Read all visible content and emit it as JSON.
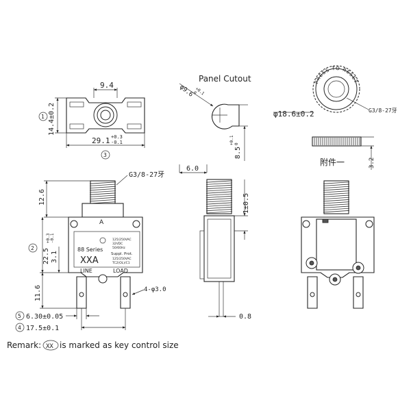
{
  "drawing": {
    "panel_cutout_title": "Panel Cutout",
    "dim_9_4": "9.4",
    "dim_14_4": "14.4±0.2",
    "dim_29_1": "29.1",
    "tol_29_1_upper": "+0.3",
    "tol_29_1_lower": "-0.1",
    "ref_1": "1",
    "ref_3": "3",
    "dim_cutout_dia": "φ9.6",
    "tol_cutout_upper": "+0.1",
    "tol_cutout_lower": "0",
    "dim_8_5": "8.5",
    "tol_8_5_upper": "+0.1",
    "tol_8_5_lower": "0",
    "dim_nut_dia": "φ18.6±0.2",
    "nut_press_text": "PRESS TO RESET",
    "nut_thread": "G3/8-27牙",
    "dim_3_2": "3.2",
    "accessory_label": "附件一",
    "thread_callout": "G3/8-27牙",
    "dim_12_6": "12.6",
    "ref_2": "2",
    "dim_22_5": "22.5",
    "tol_22_5_upper": "+0.3",
    "tol_22_5_lower": "-0.1",
    "dim_3_1": "3.1",
    "dim_11_6": "11.6",
    "series_label": "88 Series",
    "rating_label": "XXA",
    "line_label": "LINE",
    "load_label": "LOAD",
    "cover_letter": "A",
    "spec_lines": [
      "125/250VAC",
      "32VDC",
      "50/60Hz",
      "Suppl. Prot.",
      "125/250VAC",
      "TC2(OL)/C1"
    ],
    "hole_callout": "4-φ3.0",
    "ref_5": "5",
    "dim_6_30": "6.30±0.05",
    "ref_4": "4",
    "dim_17_5": "17.5±0.1",
    "dim_6_0": "6.0",
    "dim_1_0": "1±0.5",
    "dim_0_8": "0.8",
    "remark_prefix": "Remark:",
    "remark_key": "XX",
    "remark_suffix": "is marked as key control size"
  }
}
